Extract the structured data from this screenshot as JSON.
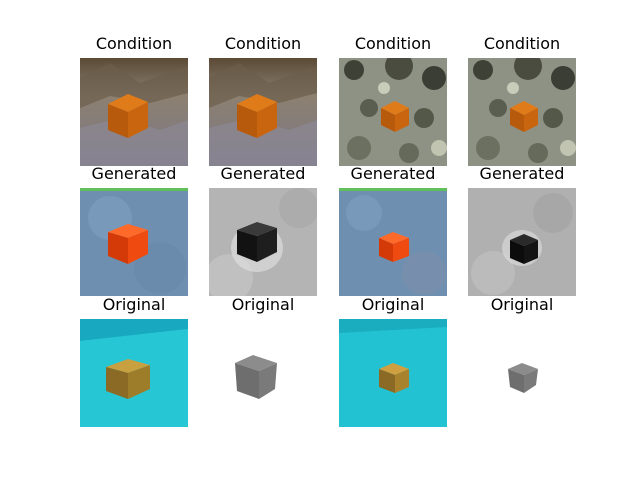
{
  "grid": {
    "rows": [
      {
        "label": "Condition",
        "columns": 4
      },
      {
        "label": "Generated",
        "columns": 4
      },
      {
        "label": "Original",
        "columns": 4
      }
    ]
  },
  "colors": {
    "cube_orange": "#c9650e",
    "cube_top_orange": "#e07b1a",
    "generated_red": "#ef4a10",
    "original_teal_bg": "#1fc0d0",
    "original_cube": "#9e7d2a",
    "grey_cube": "#7a7a7a"
  }
}
